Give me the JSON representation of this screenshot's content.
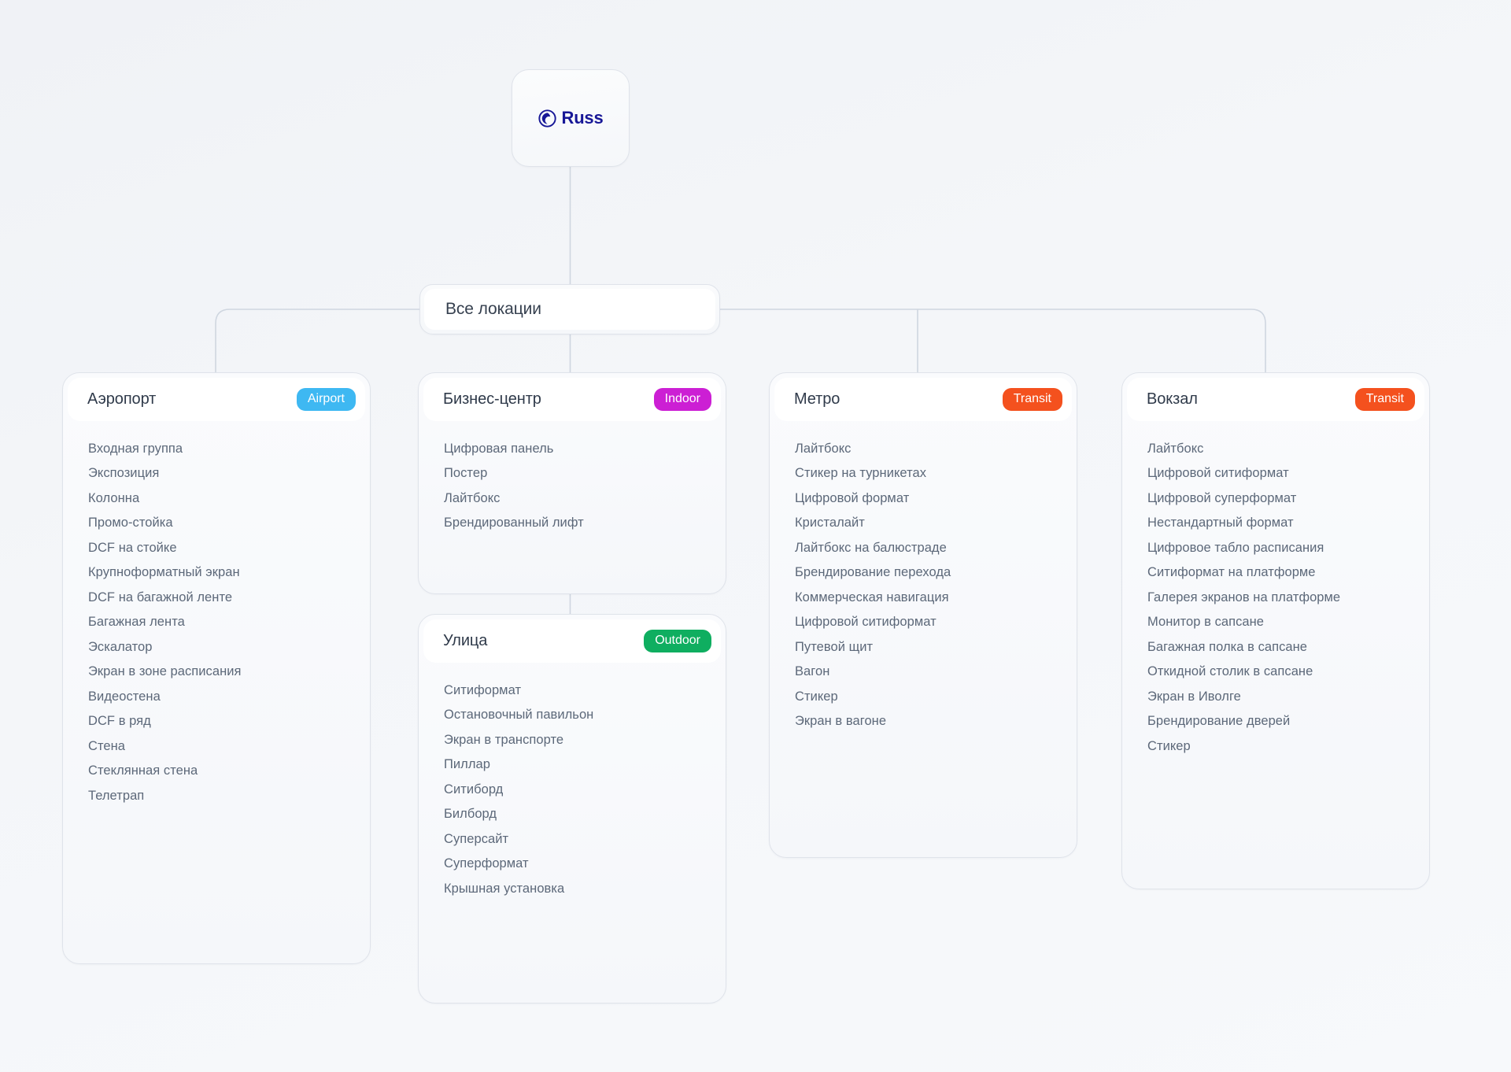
{
  "root": {
    "logo_text": "Russ",
    "logo_icon": "russ-circle-logo",
    "logo_color": "#171797"
  },
  "hub": {
    "label": "Все локации"
  },
  "badge_colors": {
    "Airport": "#3EB8F2",
    "Indoor": "#CC1FD4",
    "Outdoor": "#0FAE60",
    "Transit": "#F4511E"
  },
  "cards": [
    {
      "title": "Аэропорт",
      "badge": "Airport",
      "badge_color": "#3EB8F2",
      "items": [
        "Входная группа",
        "Экспозиция",
        "Колонна",
        "Промо-стойка",
        "DCF на стойке",
        "Крупноформатный экран",
        "DCF на багажной ленте",
        "Багажная лента",
        "Эскалатор",
        "Экран в зоне расписания",
        "Видеостена",
        "DCF в ряд",
        "Стена",
        "Стеклянная стена",
        "Телетрап"
      ]
    },
    {
      "title": "Бизнес-центр",
      "badge": "Indoor",
      "badge_color": "#CC1FD4",
      "items": [
        "Цифровая панель",
        "Постер",
        "Лайтбокс",
        "Брендированный лифт"
      ]
    },
    {
      "title": "Улица",
      "badge": "Outdoor",
      "badge_color": "#0FAE60",
      "items": [
        "Ситиформат",
        "Остановочный павильон",
        "Экран в транспорте",
        "Пиллар",
        "Ситиборд",
        "Билборд",
        "Суперсайт",
        "Суперформат",
        "Крышная установка"
      ]
    },
    {
      "title": "Метро",
      "badge": "Transit",
      "badge_color": "#F4511E",
      "items": [
        "Лайтбокс",
        "Стикер на турникетах",
        "Цифровой формат",
        "Кристалайт",
        "Лайтбокс на балюстраде",
        "Брендирование перехода",
        "Коммерческая навигация",
        "Цифровой ситиформат",
        "Путевой щит",
        "Вагон",
        "Стикер",
        "Экран в вагоне"
      ]
    },
    {
      "title": "Вокзал",
      "badge": "Transit",
      "badge_color": "#F4511E",
      "items": [
        "Лайтбокс",
        "Цифровой ситиформат",
        "Цифровой суперформат",
        "Нестандартный формат",
        "Цифровое табло расписания",
        "Ситиформат на платформе",
        "Галерея экранов на платформе",
        "Монитор в сапсане",
        "Багажная полка в сапсане",
        "Откидной столик в сапсане",
        "Экран в Иволге",
        "Брендирование дверей",
        "Стикер"
      ]
    }
  ]
}
